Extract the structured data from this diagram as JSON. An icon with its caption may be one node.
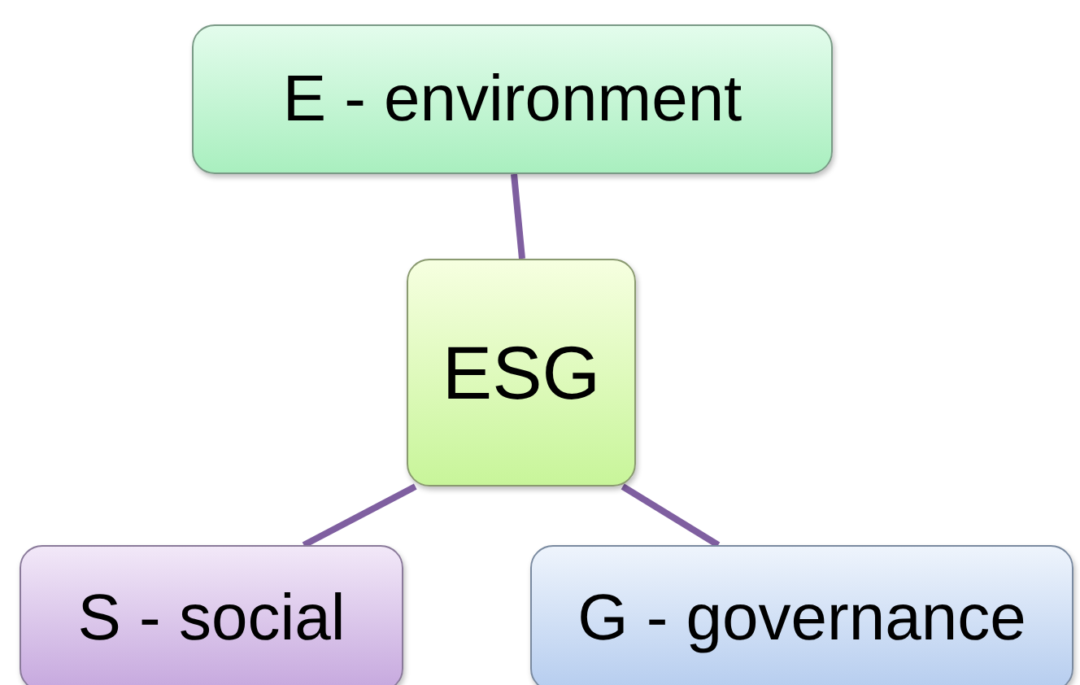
{
  "diagram": {
    "nodes": [
      {
        "text": [
          "E - environment"
        ]
      },
      {
        "text": [
          "ESG"
        ]
      },
      {
        "text": [
          "S - social"
        ]
      },
      {
        "text": [
          "G - governance"
        ]
      }
    ],
    "edges": [
      {
        "from": 1,
        "to": 0,
        "arrow": "none"
      },
      {
        "from": 1,
        "to": 2,
        "arrow": "none"
      },
      {
        "from": 1,
        "to": 3,
        "arrow": "none"
      }
    ]
  }
}
